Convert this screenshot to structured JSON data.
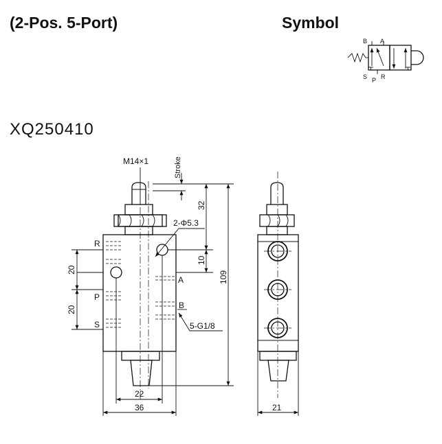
{
  "header": {
    "title": "(2-Pos. 5-Port)",
    "symbol_heading": "Symbol"
  },
  "model": "XQ250410",
  "symbol": {
    "label_b": "B",
    "label_a": "A",
    "label_s": "S",
    "label_p": "P",
    "label_r": "R"
  },
  "front_view": {
    "thread_label": "M14×1",
    "stroke_label": "Stroke",
    "hole_label": "2-Φ5.3",
    "port_fitting_label": "5-G1/8",
    "port_r": "R",
    "port_p": "P",
    "port_s": "S",
    "port_a": "A",
    "port_b": "B",
    "dim_32": "32",
    "dim_10": "10",
    "dim_109": "109",
    "dim_20_upper": "20",
    "dim_20_lower": "20",
    "dim_22": "22",
    "dim_36": "36"
  },
  "side_view": {
    "dim_21": "21"
  }
}
